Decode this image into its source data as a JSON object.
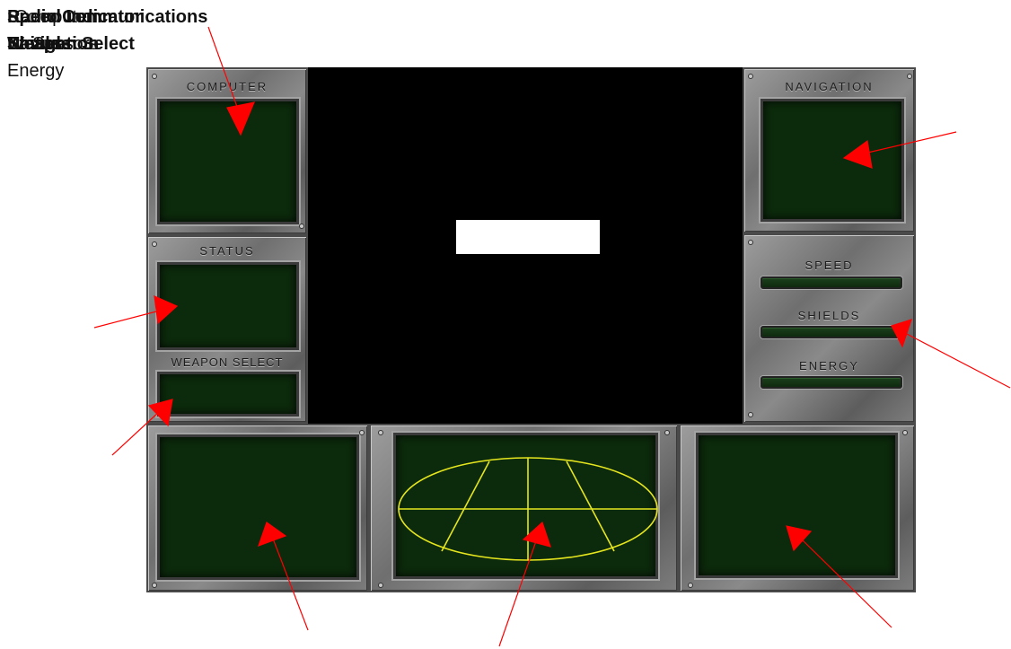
{
  "callout_labels": {
    "row1": [
      "Radio Communications",
      "Speed Indicator",
      "Computer"
    ],
    "row2": [
      "Shields",
      "Weapon Select",
      "Status",
      "Navigation",
      "Sensors"
    ],
    "row3": [
      "Energy"
    ]
  },
  "panels": {
    "computer": "COMPUTER",
    "navigation": "NAVIGATION",
    "status": "STATUS",
    "weapon_select": "WEAPON SELECT",
    "speed": "SPEED",
    "shields": "SHIELDS",
    "energy": "ENERGY"
  },
  "colors": {
    "screen_green": "#0c2a0c",
    "radar_lines": "#e6e61e",
    "arrow_red": "#ff0000",
    "metal": "#8a8a8a"
  },
  "icons": {
    "radar": "radar-globe-icon"
  }
}
